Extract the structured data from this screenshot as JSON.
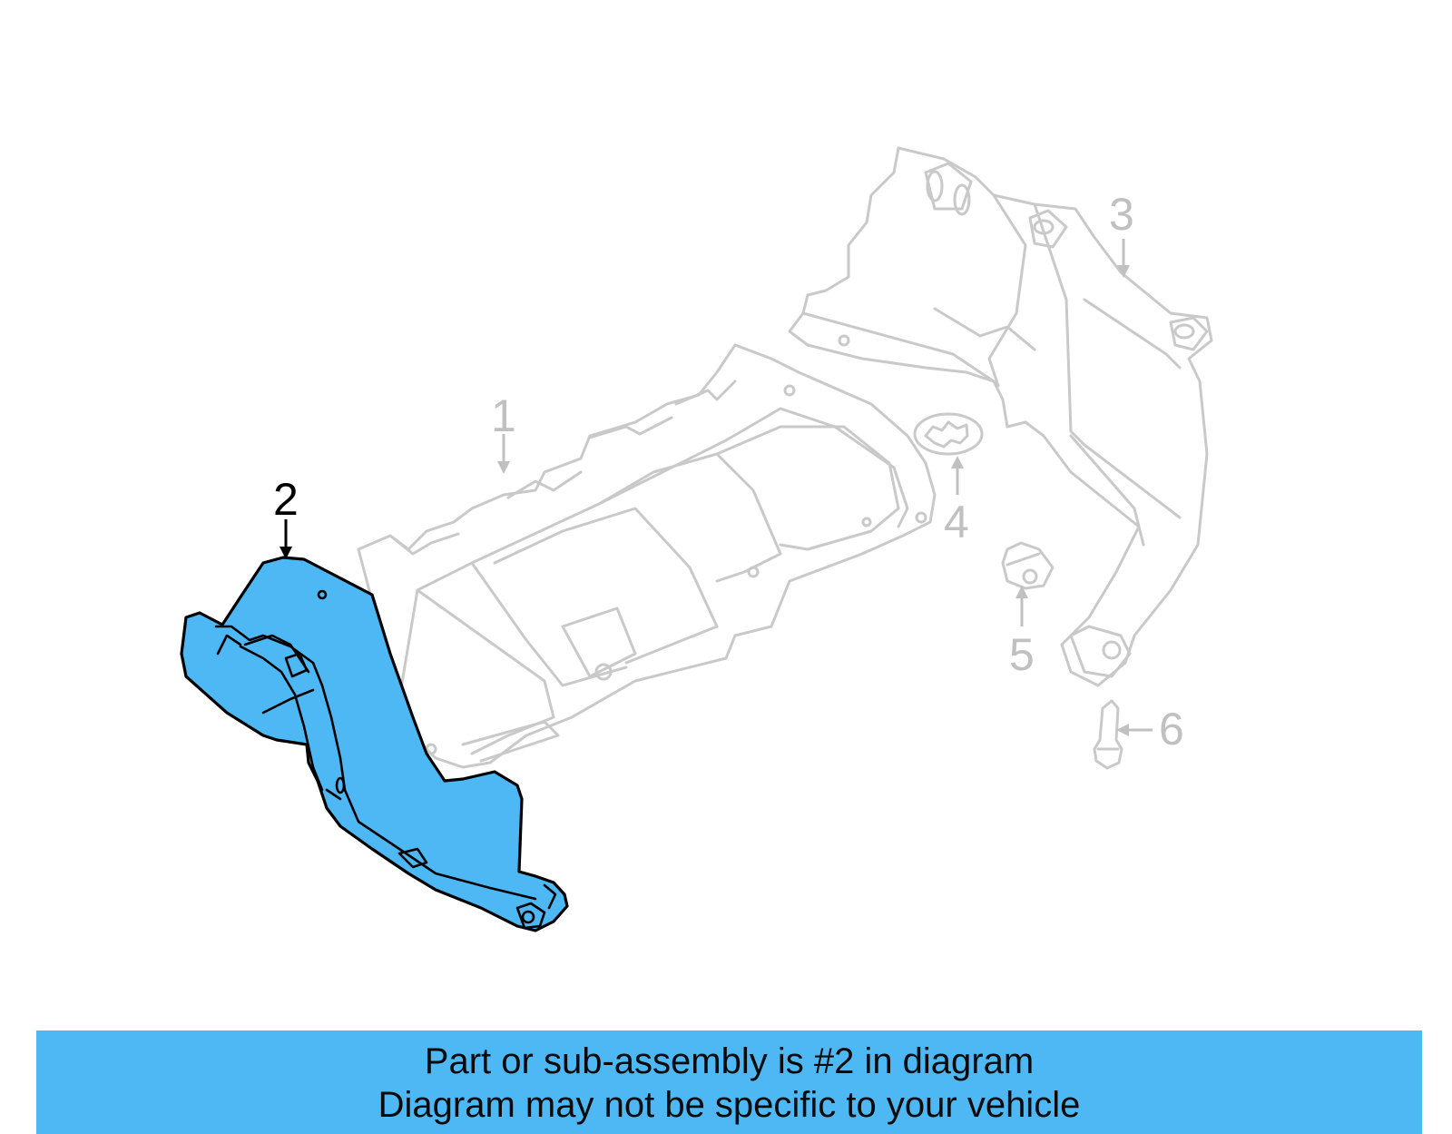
{
  "diagram": {
    "callouts": [
      {
        "id": "1",
        "label": "1"
      },
      {
        "id": "2",
        "label": "2"
      },
      {
        "id": "3",
        "label": "3"
      },
      {
        "id": "4",
        "label": "4"
      },
      {
        "id": "5",
        "label": "5"
      },
      {
        "id": "6",
        "label": "6"
      }
    ],
    "highlighted_part": "2",
    "highlight_color": "#4db8f4",
    "ghost_color": "#c9c9c9"
  },
  "footer": {
    "line1": "Part or sub-assembly is #2 in diagram",
    "line2": "Diagram may not be specific to your vehicle",
    "background": "#4db8f4"
  }
}
